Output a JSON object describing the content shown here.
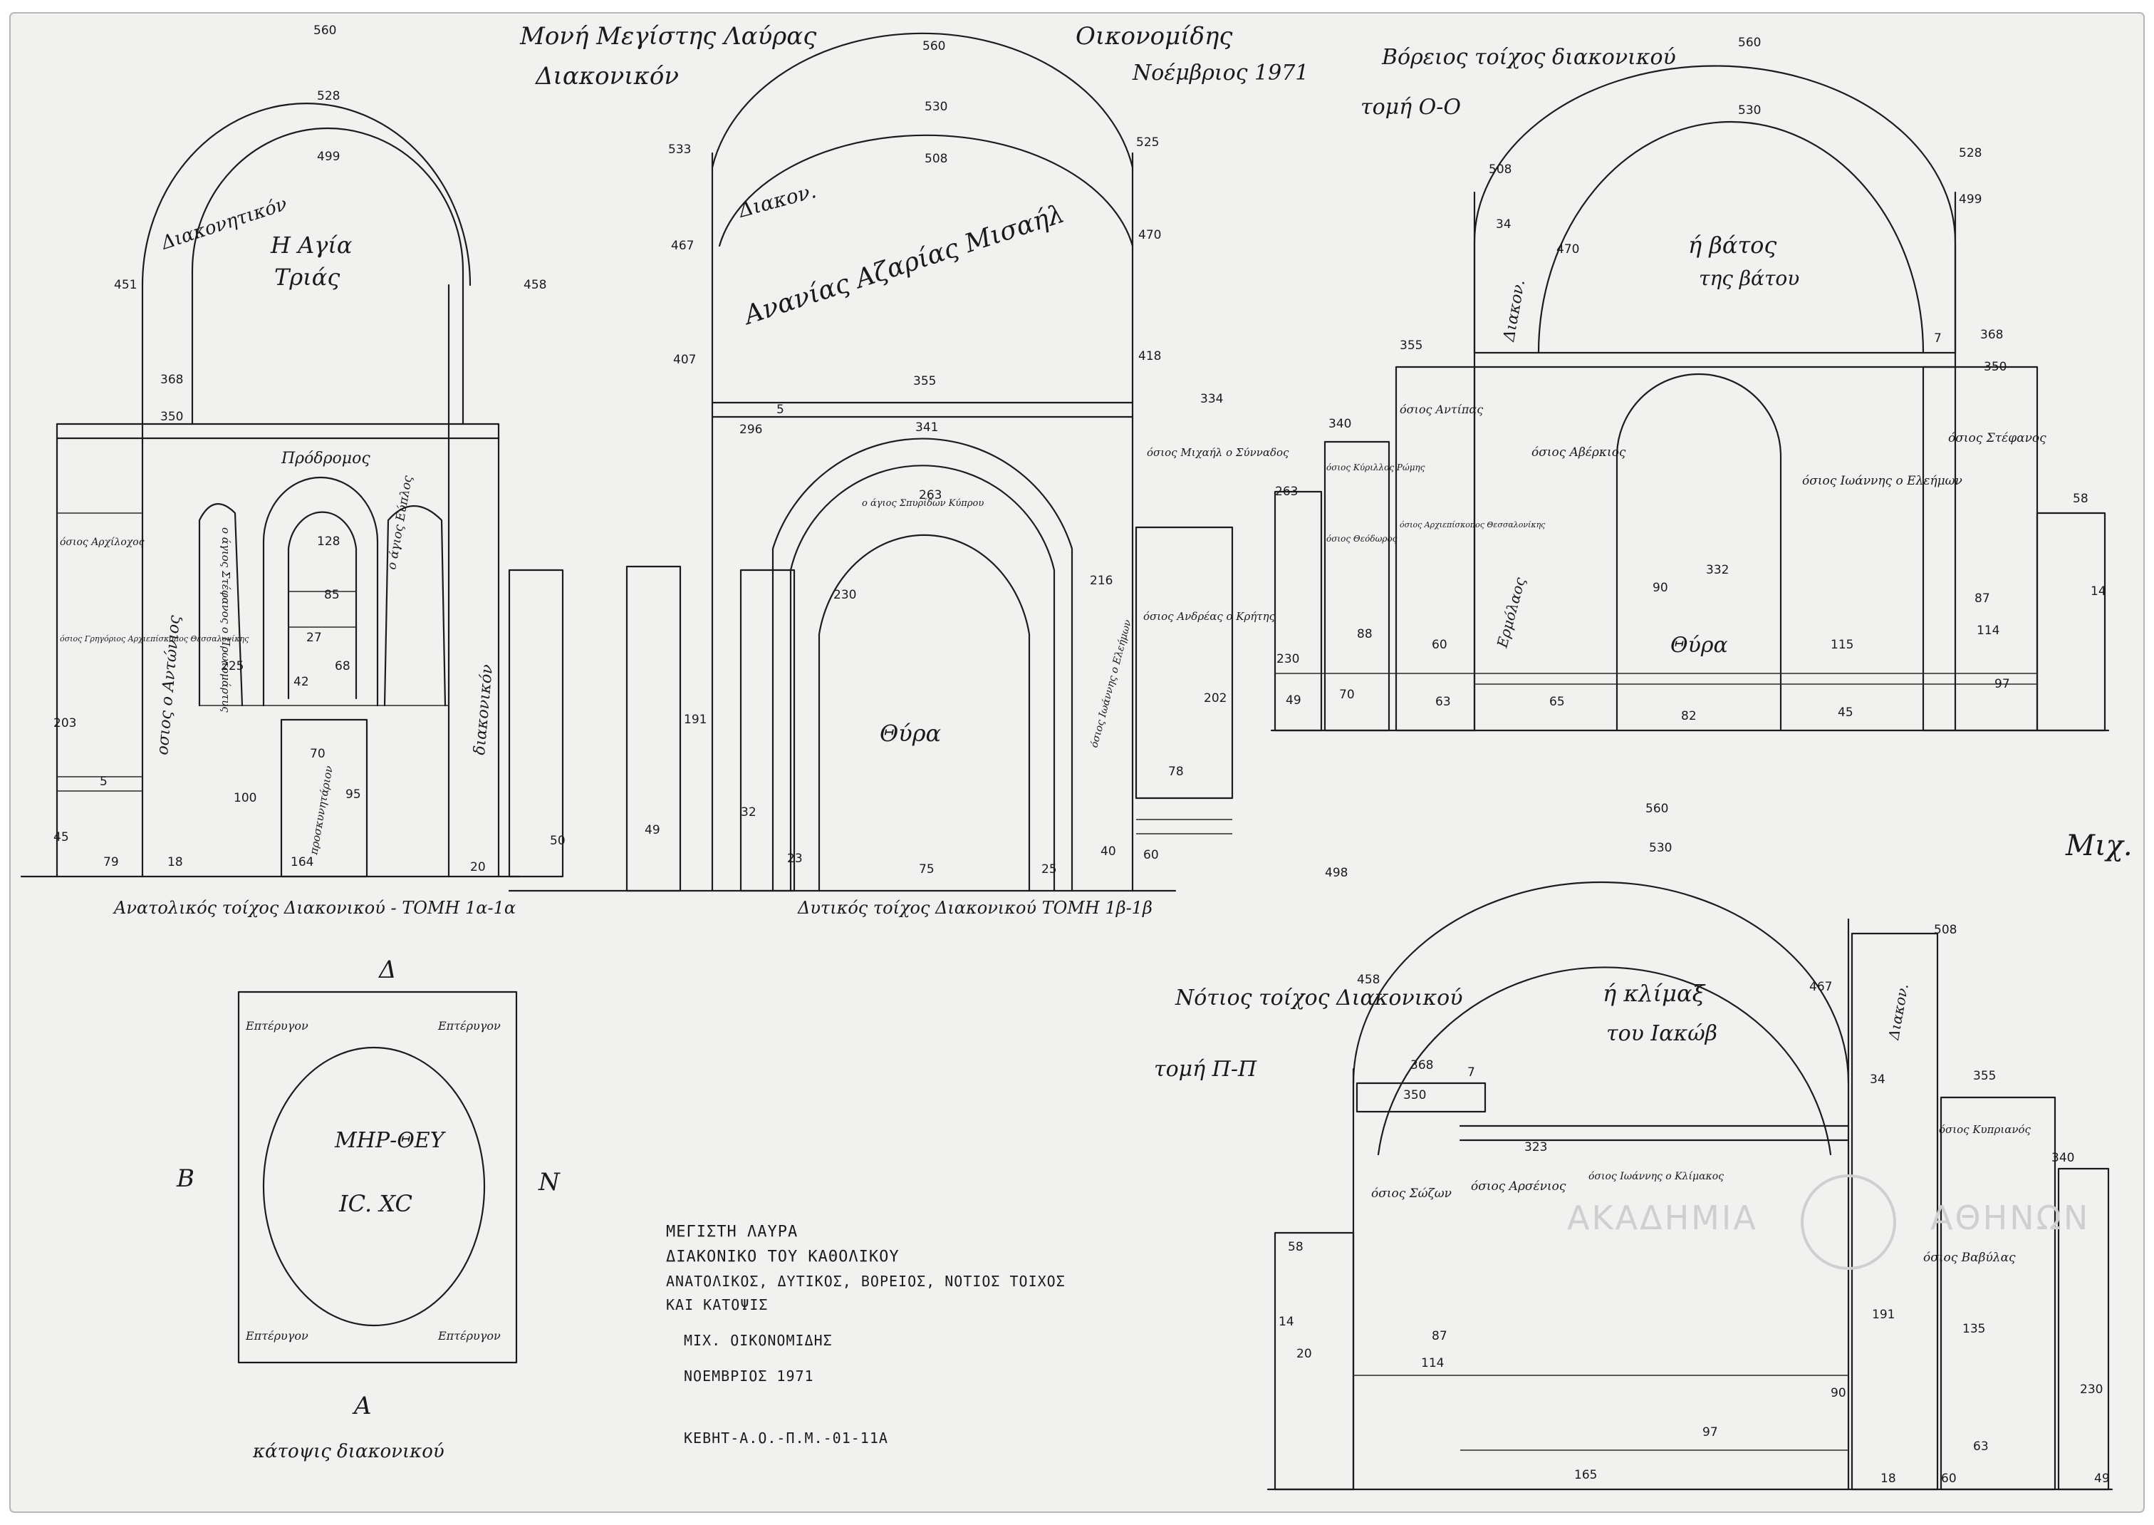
{
  "header": {
    "monastery": "Μονή Μεγίστης Λαύρας",
    "building": "Διακονικόν",
    "author": "Οικονομίδης",
    "date": "Νοέμβριος 1971"
  },
  "section_east": {
    "caption": "Ανατολικός τοίχος Διακονικού - ΤΟΜΗ 1α-1α",
    "arch_label": "Διακονητικόν",
    "scene": [
      "Η Αγία",
      "Τριάς"
    ],
    "niche_label": "Πρόδρομος",
    "saint_left": "ο άγιος Στέφανος ο Πρωτομάρτυς",
    "saint_right": "ο άγιος Εύπλος",
    "saint_far_left": "όσιος Αρχίλοχος",
    "saint_bottom_left": "όσιος Γρηγόριος Αρχιεπίσκοπος Θεσσαλονίκης",
    "left_strip": "οσιος ο Αντώνιος",
    "right_strip": "διακονικόν",
    "prothesis": "προσκυνητάριον",
    "dims": [
      "560",
      "528",
      "499",
      "451",
      "458",
      "368",
      "350",
      "128",
      "85",
      "27",
      "68",
      "225",
      "42",
      "203",
      "45",
      "79",
      "18",
      "70",
      "95",
      "100",
      "164",
      "20",
      "5"
    ]
  },
  "section_west": {
    "caption": "Δυτικός τοίχος Διακονικού ΤΟΜΗ 1β-1β",
    "arch_label": "Διακον.",
    "scene": "Ανανίας Αζαρίας Μισαήλ",
    "door": "Θύρα",
    "saint_top_right": "όσιος Μιχαήλ ο Σύνναδος",
    "saint_mid_right": "όσιος Ανδρέας ο Κρήτης",
    "saint_low_right": "όσιος Ιωάννης ο Ελεήμων",
    "saint_arch": "ο άγιος Σπυρίδων Κύπρου",
    "dims": [
      "560",
      "530",
      "508",
      "533",
      "525",
      "467",
      "470",
      "407",
      "418",
      "334",
      "355",
      "341",
      "263",
      "296",
      "230",
      "216",
      "191",
      "202",
      "78",
      "50",
      "49",
      "32",
      "23",
      "75",
      "25",
      "40",
      "60",
      "5"
    ]
  },
  "section_north": {
    "title": "Βόρειος τοίχος διακονικού",
    "cut": "τομή Ο-Ο",
    "scene": [
      "ή βάτος",
      "της βάτου"
    ],
    "door": "Θύρα",
    "saints": [
      "όσιος Αντίπας",
      "όσιος Κύριλλος Ρώμης",
      "όσιος Θεόδωρος",
      "όσιος Αρχιεπίσκοπος Θεσσαλονίκης",
      "όσιος Αβέρκιος",
      "όσιος Ιωάννης ο Ελεήμων",
      "όσιος Στέφανος",
      "Ερμόλαος"
    ],
    "side_label": "Διακον.",
    "dims": [
      "560",
      "530",
      "528",
      "508",
      "499",
      "470",
      "368",
      "355",
      "350",
      "340",
      "332",
      "263",
      "230",
      "115",
      "114",
      "97",
      "90",
      "88",
      "87",
      "82",
      "70",
      "65",
      "63",
      "60",
      "58",
      "49",
      "45",
      "34",
      "14",
      "7"
    ]
  },
  "section_south": {
    "title": "Νότιος τοίχος Διακονικού",
    "cut": "τομή Π-Π",
    "scene": [
      "ή κλίμαξ",
      "του Ιακώβ"
    ],
    "saints": [
      "όσιος Σώζων",
      "όσιος Αρσένιος",
      "όσιος Ιωάννης ο Κλίμακος",
      "όσιος Κυπριανός",
      "όσιος Βαβύλας",
      "Διακον."
    ],
    "dims": [
      "560",
      "530",
      "508",
      "498",
      "458",
      "467",
      "368",
      "355",
      "350",
      "340",
      "323",
      "230",
      "191",
      "165",
      "135",
      "114",
      "97",
      "90",
      "87",
      "63",
      "60",
      "58",
      "49",
      "34",
      "20",
      "18",
      "14",
      "7"
    ]
  },
  "plan": {
    "caption": "κάτοψις διακονικού",
    "north_arrow": "Δ",
    "south_label": "Α",
    "west_label": "Β",
    "east_label": "Ν",
    "corners": [
      "Επτέρυγον",
      "Επτέρυγον",
      "Επτέρυγον",
      "Επτέρυγον"
    ],
    "medallion": [
      "ΜΗΡ-ΘΕΥ",
      "IC. XC"
    ]
  },
  "title_block": {
    "line1": "ΜΕΓΙΣΤΗ ΛΑΥΡΑ",
    "line2": "ΔΙΑΚΟΝΙΚΟ ΤΟΥ ΚΑΘΟΛΙΚΟΥ",
    "line3": "ΑΝΑΤΟΛΙΚΟΣ, ΔΥΤΙΚΟΣ, ΒΟΡΕΙΟΣ, ΝΟΤΙΟΣ ΤΟΙΧΟΣ",
    "line4": "ΚΑΙ ΚΑΤΟΨΙΣ",
    "line5": "ΜΙΧ. ΟΙΚΟΝΟΜΙΔΗΣ",
    "line6": "ΝΟΕΜΒΡΙΟΣ 1971",
    "ref": "ΚΕΒΗΤ-Α.Ο.-Π.Μ.-01-11Α"
  },
  "stamp": {
    "left": "ΑΚΑΔΗΜΙΑ",
    "right": "ΑΘΗΝΩΝ"
  },
  "signature": "Μιχ."
}
